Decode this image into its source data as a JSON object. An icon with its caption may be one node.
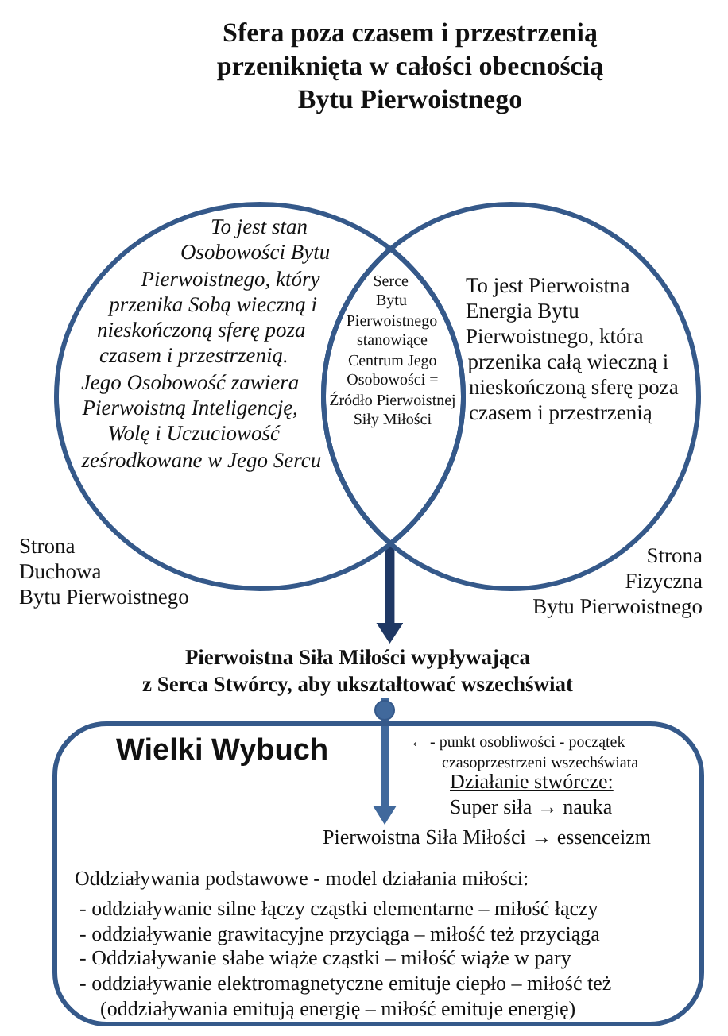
{
  "diagram": {
    "title": "Sfera poza czasem i przestrzenią przeniknięta w całości obecnością Bytu Pierwoistnego",
    "nodes": [
      {
        "text": [
          "To jest stan Osobowości Bytu Pierwoistnego, który przenika Sobą wieczną i nieskończoną sferę poza czasem i przestrzenią.",
          "Jego Osobowość zawiera Pierwoistną Inteligencję, Wolę i Uczuciowość ześrodkowane w Jego Sercu"
        ],
        "beside": [
          "Strona Duchowa Bytu Pierwoistnego"
        ]
      },
      {
        "text": [
          "To jest Pierwoistna Energia Bytu Pierwoistnego, która przenika całą wieczną i nieskończoną sferę poza czasem i przestrzenią"
        ],
        "beside": [
          "Strona Fizyczna Bytu Pierwoistnego"
        ]
      },
      {
        "text": [
          "Serce Bytu Pierwoistnego stanowiące Centrum Jego Osobowości = Źródło Pierwoistnej Siły Miłości"
        ]
      },
      {
        "text": [
          "Pierwoistna Siła Miłości wypływająca z Serca Stwórcy, aby ukształtować wszechświat"
        ]
      },
      {
        "text": [
          "Wielki Wybuch",
          "← - punkt osobliwości - początek czasoprzestrzeni wszechświata",
          "Działanie stwórcze:",
          "Super siła → nauka",
          "Oddziaływania podstawowe - model działania miłości:",
          "- oddziaływanie silne łączy cząstki elementarne – miłość łączy",
          "- oddziaływanie grawitacyjne przyciąga – miłość też przyciąga",
          "- Oddziaływanie słabe wiąże cząstki – miłość wiąże w pary",
          "- oddziaływanie elektromagnetyczne emituje ciepło – miłość też",
          "(oddziaływania emitują energię – miłość emituje energię)"
        ]
      },
      {
        "text": [
          "Pierwoistna Siła Miłości → essenceizm"
        ],
        "in": 4
      }
    ],
    "edges": [
      {
        "from": 2,
        "to": 3,
        "arrow": "to",
        "color": "#1f3864"
      },
      {
        "from": 3,
        "to": 5,
        "arrow": "to"
      }
    ]
  }
}
